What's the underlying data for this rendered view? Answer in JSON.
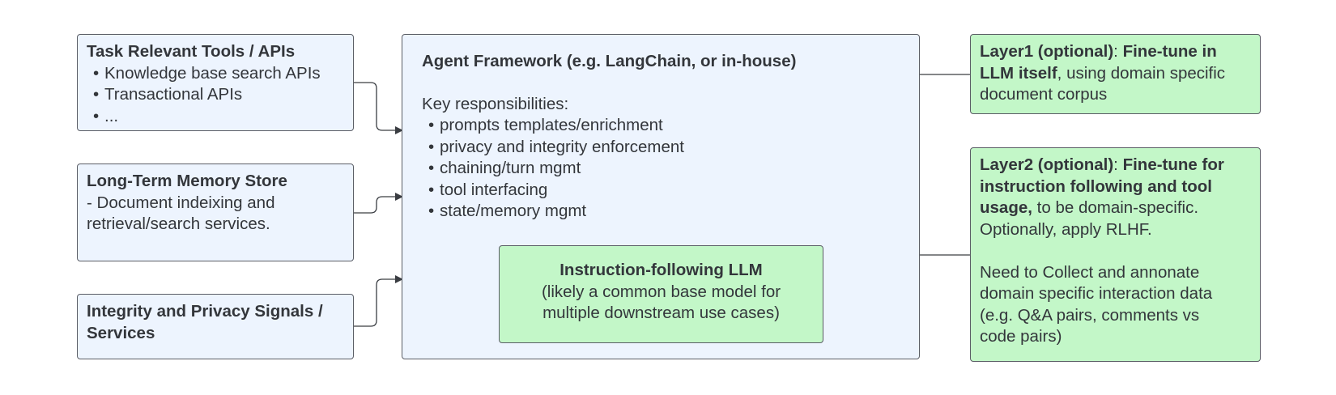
{
  "tools": {
    "title": "Task Relevant Tools / APIs",
    "items": [
      "Knowledge base search APIs",
      "Transactional APIs",
      "..."
    ]
  },
  "memory": {
    "title": "Long-Term Memory Store",
    "desc_line1": "- Document indeixing and",
    "desc_line2": "retrieval/search services."
  },
  "integrity": {
    "title_line1": "Integrity and Privacy Signals /",
    "title_line2": "Services"
  },
  "framework": {
    "title": "Agent Framework (e.g. LangChain, or in-house)",
    "subtitle": "Key responsibilities:",
    "items": [
      "prompts templates/enrichment",
      "privacy and integrity enforcement",
      "chaining/turn mgmt",
      "tool interfacing",
      "state/memory mgmt"
    ]
  },
  "llm": {
    "title": "Instruction-following LLM",
    "line1": "(likely a common base model for",
    "line2": "multiple downstream use cases)"
  },
  "layer1": {
    "label": "Layer1 (optional)",
    "colon": ": ",
    "bold_part_line1": "Fine-tune in",
    "bold_part_line2": "LLM itself",
    "rest_line2": ", using domain specific",
    "line3": "document corpus"
  },
  "layer2": {
    "label": "Layer2 (optional)",
    "colon": ": ",
    "bold_line1": "Fine-tune for",
    "bold_line2": "instruction following and tool",
    "bold_line3": "usage,",
    "rest_line3": " to be domain-specific.",
    "line4": "Optionally, apply RLHF.",
    "line5": "Need to Collect and annonate",
    "line6": "domain specific interaction data",
    "line7": "(e.g. Q&A pairs, comments vs",
    "line8": "code pairs)"
  },
  "colors": {
    "blue_fill": "#edf4fe",
    "green_fill": "#c3f7c8",
    "border": "#5b5e66",
    "text": "#33363b"
  }
}
